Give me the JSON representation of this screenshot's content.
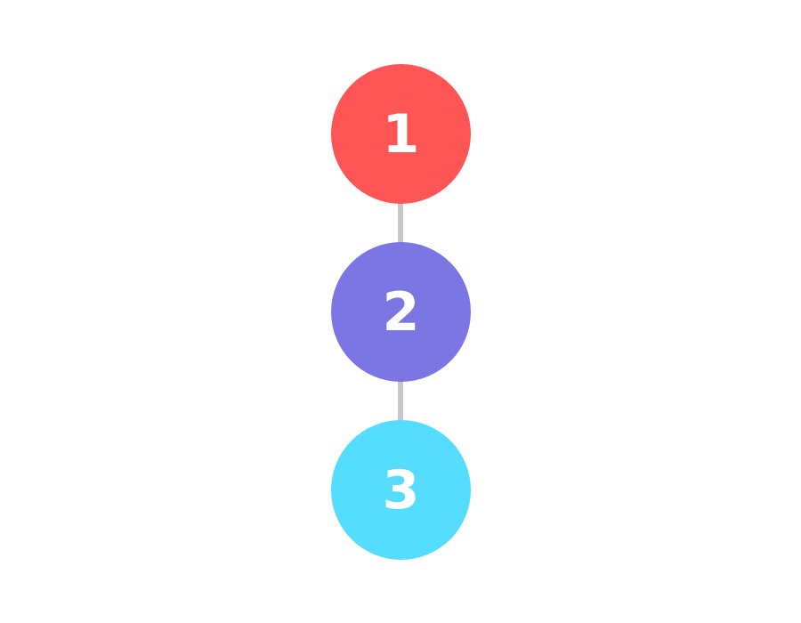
{
  "steps": [
    {
      "label": "1",
      "color": "#ff5555"
    },
    {
      "label": "2",
      "color": "#7b76e3"
    },
    {
      "label": "3",
      "color": "#55ddff"
    }
  ],
  "connector_color": "#c8c8cc"
}
